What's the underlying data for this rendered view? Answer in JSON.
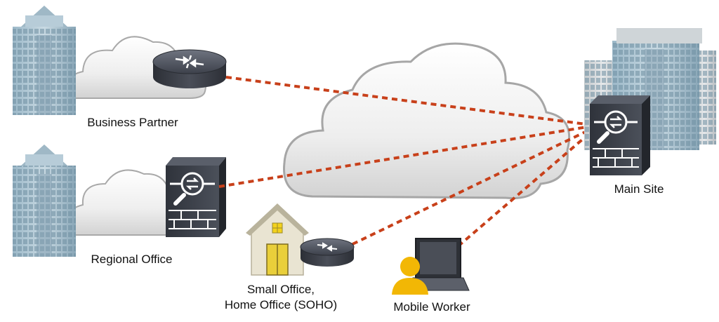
{
  "sites": {
    "business_partner": "Business Partner",
    "regional_office": "Regional Office",
    "main_site": "Main Site",
    "soho_line1": "Small Office,",
    "soho_line2": "Home Office (SOHO)",
    "mobile_worker": "Mobile Worker"
  },
  "colors": {
    "tunnel": "#c8401a",
    "cloud_stroke": "#a9a9a9",
    "building": "#8fb0c2",
    "device_dark": "#3b3f4a",
    "user": "#f2b705"
  },
  "icons": [
    "building-icon",
    "cloud-icon",
    "router-icon",
    "firewall-icon",
    "house-icon",
    "laptop-icon",
    "user-icon"
  ]
}
